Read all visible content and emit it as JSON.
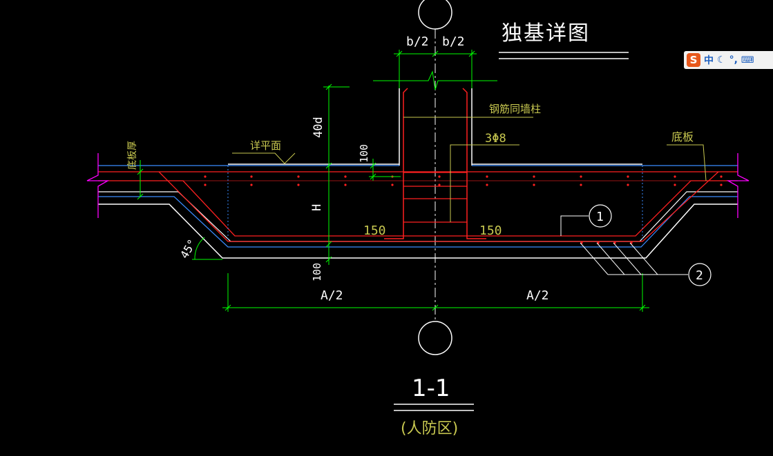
{
  "drawing": {
    "title": "独基详图",
    "section_mark": "1-1",
    "section_subtitle": "(人防区)",
    "labels": {
      "half_b_left": "b/2",
      "half_b_right": "b/2",
      "anchorage": "40d",
      "rebar_note": "钢筋同墙柱",
      "stirrups": "3Φ8",
      "bottom_slab": "底板",
      "slab_thickness": "底板厚",
      "see_plan": "详平面",
      "cover_top": "100",
      "height": "H",
      "hook_left": "150",
      "hook_right": "150",
      "angle": "45°",
      "cover_bottom": "100",
      "half_a_left": "A/2",
      "half_a_right": "A/2",
      "callout_1": "1",
      "callout_2": "2"
    },
    "colors": {
      "background": "#000000",
      "outline": "#ffffff",
      "rebar": "#ff2020",
      "dimension": "#00ff00",
      "text_yellow": "#c8c850",
      "axis": "#ffffff",
      "break_line": "#ff00ff",
      "slab_line": "#3a8cff"
    }
  },
  "ime_toolbar": {
    "logo": "S",
    "mode": "中",
    "moon_icon": "moon-icon",
    "punct": "°,",
    "keyboard_icon": "keyboard-icon"
  }
}
